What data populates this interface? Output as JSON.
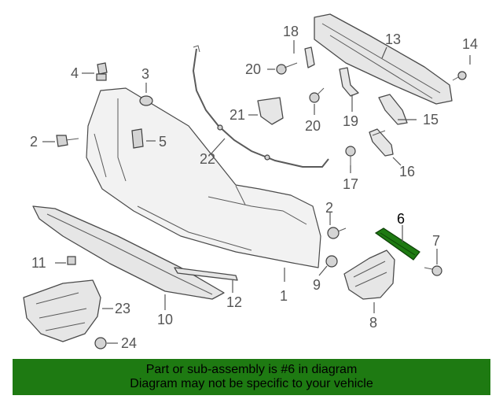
{
  "callouts": [
    {
      "id": "p1",
      "text": "1"
    },
    {
      "id": "p2a",
      "text": "2"
    },
    {
      "id": "p2b",
      "text": "2"
    },
    {
      "id": "p3",
      "text": "3"
    },
    {
      "id": "p4",
      "text": "4"
    },
    {
      "id": "p5",
      "text": "5"
    },
    {
      "id": "p6",
      "text": "6"
    },
    {
      "id": "p7",
      "text": "7"
    },
    {
      "id": "p8",
      "text": "8"
    },
    {
      "id": "p9",
      "text": "9"
    },
    {
      "id": "p10",
      "text": "10"
    },
    {
      "id": "p11",
      "text": "11"
    },
    {
      "id": "p12",
      "text": "12"
    },
    {
      "id": "p13",
      "text": "13"
    },
    {
      "id": "p14",
      "text": "14"
    },
    {
      "id": "p15",
      "text": "15"
    },
    {
      "id": "p16",
      "text": "16"
    },
    {
      "id": "p17",
      "text": "17"
    },
    {
      "id": "p18",
      "text": "18"
    },
    {
      "id": "p19",
      "text": "19"
    },
    {
      "id": "p20a",
      "text": "20"
    },
    {
      "id": "p20b",
      "text": "20"
    },
    {
      "id": "p21",
      "text": "21"
    },
    {
      "id": "p22",
      "text": "22"
    },
    {
      "id": "p23",
      "text": "23"
    },
    {
      "id": "p24",
      "text": "24"
    }
  ],
  "highlight": {
    "part": "6",
    "color": "#1e7a12"
  },
  "banner": {
    "line1": "Part or sub-assembly is #6 in diagram",
    "line2": "Diagram may not be specific to your vehicle",
    "background": "#1e7a12"
  }
}
